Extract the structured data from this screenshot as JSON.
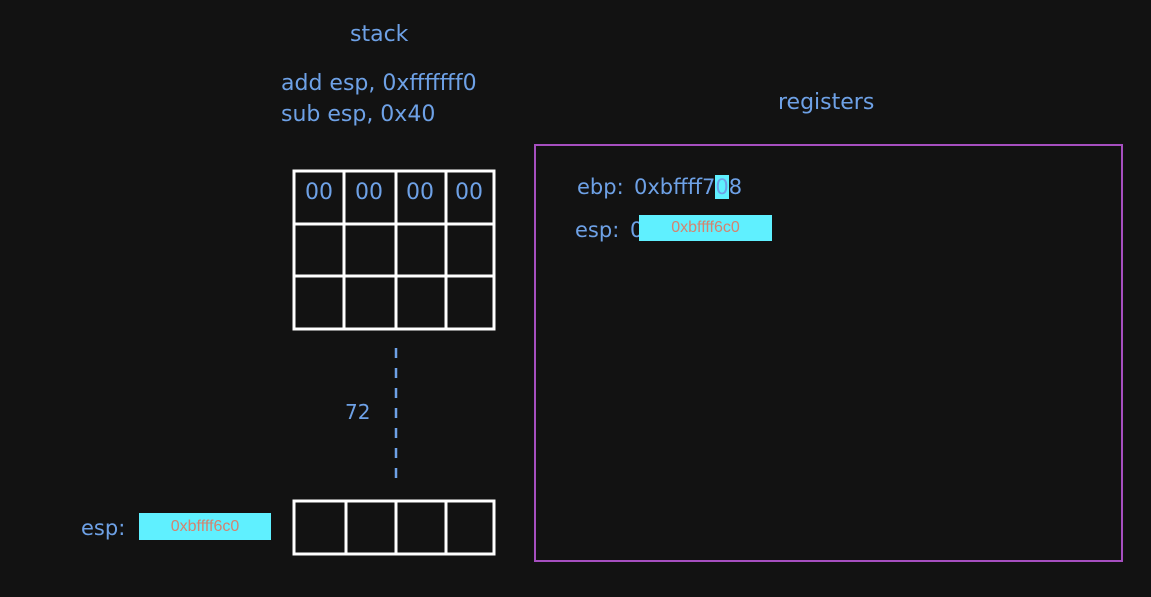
{
  "labels": {
    "stack_title": "stack",
    "registers_title": "registers",
    "instructions": [
      "add esp, 0xfffffff0",
      "sub esp, 0x40"
    ],
    "gap_size": "72"
  },
  "stack_top": {
    "row0_bytes": [
      "00",
      "00",
      "00",
      "00"
    ]
  },
  "registers": {
    "ebp_label": "ebp:",
    "ebp_value_prefix": "0xbffff7",
    "ebp_value_highlight": "0",
    "ebp_value_suffix": "8",
    "esp_label": "esp:",
    "esp_value_partial": "0",
    "esp_value": "0xbffff6c0"
  },
  "stack_bottom": {
    "esp_label": "esp:",
    "esp_value": "0xbffff6c0"
  },
  "colors": {
    "background": "#121212",
    "text": "#6ea1e6",
    "grid": "#ffffff",
    "registers_border": "#a64fc0",
    "highlight_bg": "#5ff0ff",
    "highlight_text": "#d4836f"
  }
}
